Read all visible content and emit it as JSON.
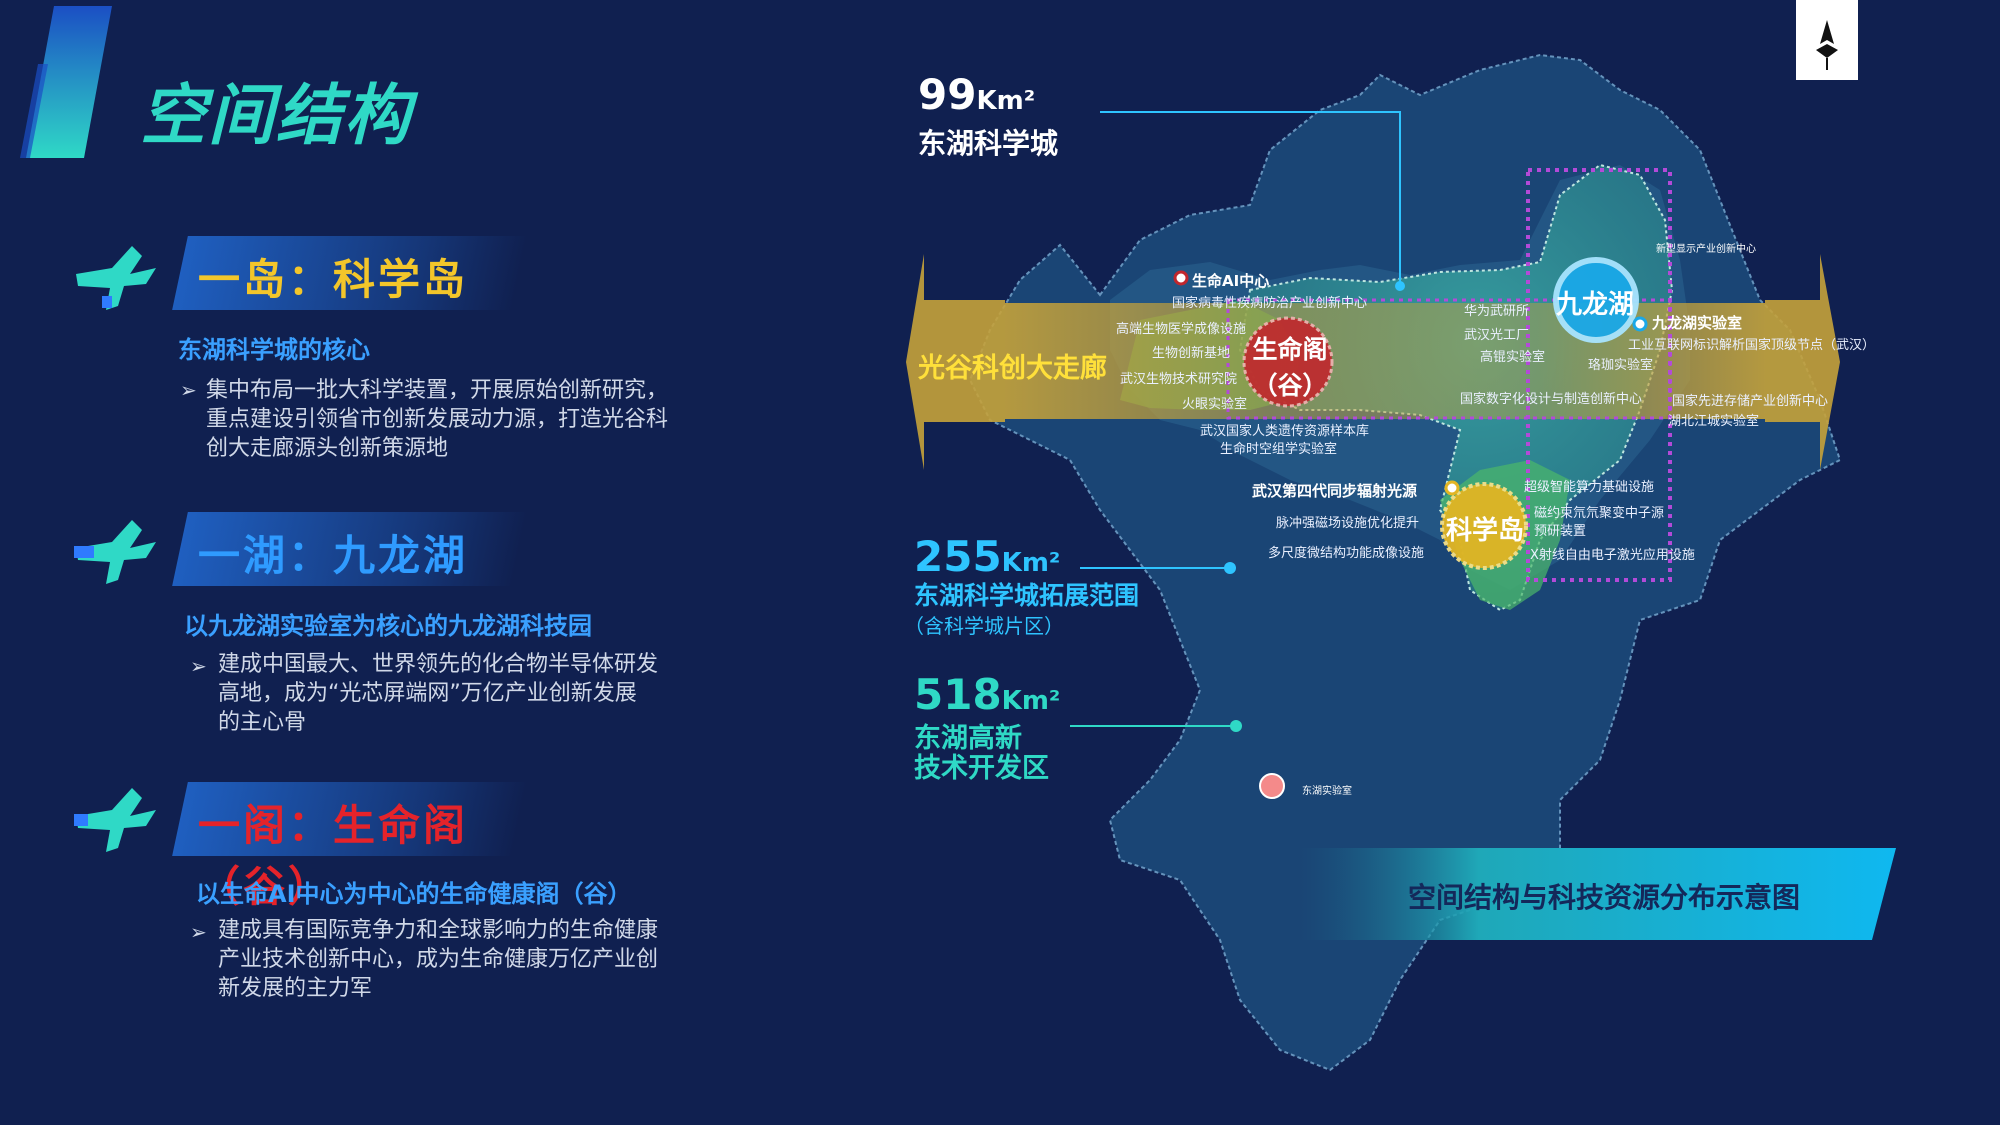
{
  "page_title": "空间结构",
  "sections": [
    {
      "heading": "一岛：科学岛",
      "heading_color": "#f3c62a",
      "subtitle": "东湖科学城的核心",
      "body": [
        "集中布局一批大科学装置，开展原始创新研究，",
        "重点建设引领省市创新发展动力源，打造光谷科",
        "创大走廊源头创新策源地"
      ]
    },
    {
      "heading": "一湖：九龙湖",
      "heading_color": "#2f9bff",
      "subtitle": "以九龙湖实验室为核心的九龙湖科技园",
      "body": [
        "建成中国最大、世界领先的化合物半导体研发",
        "高地，成为“光芯屏端网”万亿产业创新发展",
        "的主心骨"
      ]
    },
    {
      "heading": "一阁：生命阁（谷）",
      "heading_color": "#e5232a",
      "subtitle": "以生命AI中心为中心的生命健康阁（谷）",
      "body": [
        "建成具有国际竞争力和全球影响力的生命健康",
        "产业技术创新中心，成为生命健康万亿产业创",
        "新发展的主力军"
      ]
    }
  ],
  "map": {
    "area1": {
      "value": "99",
      "unit": "Km²",
      "name": "东湖科学城"
    },
    "area2": {
      "value": "255",
      "unit": "Km²",
      "name": "东湖科学城拓展范围",
      "note": "（含科学城片区）"
    },
    "area3": {
      "value": "518",
      "unit": "Km²",
      "name_line1": "东湖高新",
      "name_line2": "技术开发区"
    },
    "corridor": "光谷科创大走廊",
    "hub_life": {
      "line1": "生命阁",
      "line2": "（谷）"
    },
    "hub_lake": "九龙湖",
    "hub_island": "科学岛",
    "life_ai_center": "生命AI中心",
    "life_labels": [
      "国家病毒性疾病防治产业创新中心",
      "高端生物医学成像设施",
      "生物创新基地",
      "武汉生物技术研究院",
      "火眼实验室",
      "武汉国家人类遗传资源样本库",
      "生命时空组学实验室"
    ],
    "center_labels": [
      "华为武研所",
      "武汉光工厂",
      "高锟实验室",
      "国家数字化设计与制造创新中心"
    ],
    "lake_lab": "九龙湖实验室",
    "lake_labels": [
      "新型显示产业创新中心",
      "工业互联网标识解析国家顶级节点（武汉）",
      "珞珈实验室",
      "国家先进存储产业创新中心",
      "湖北江城实验室"
    ],
    "synchrotron": "武汉第四代同步辐射光源",
    "island_left_labels": [
      "脉冲强磁场设施优化提升",
      "多尺度微结构功能成像设施"
    ],
    "island_right_labels": [
      "超级智能算力基础设施",
      "磁约束氘氘聚变中子源",
      "预研装置",
      "X射线自由电子激光应用设施"
    ],
    "donghu_lab": "东湖实验室",
    "caption": "空间结构与科技资源分布示意图",
    "colors": {
      "background": "#102050",
      "map_fill": "#1c4a7a",
      "core_fill": "#2a8a88",
      "life_zone": "#3cae6a",
      "corridor": "#b49a3a",
      "accent": "#2fd9c6"
    }
  }
}
